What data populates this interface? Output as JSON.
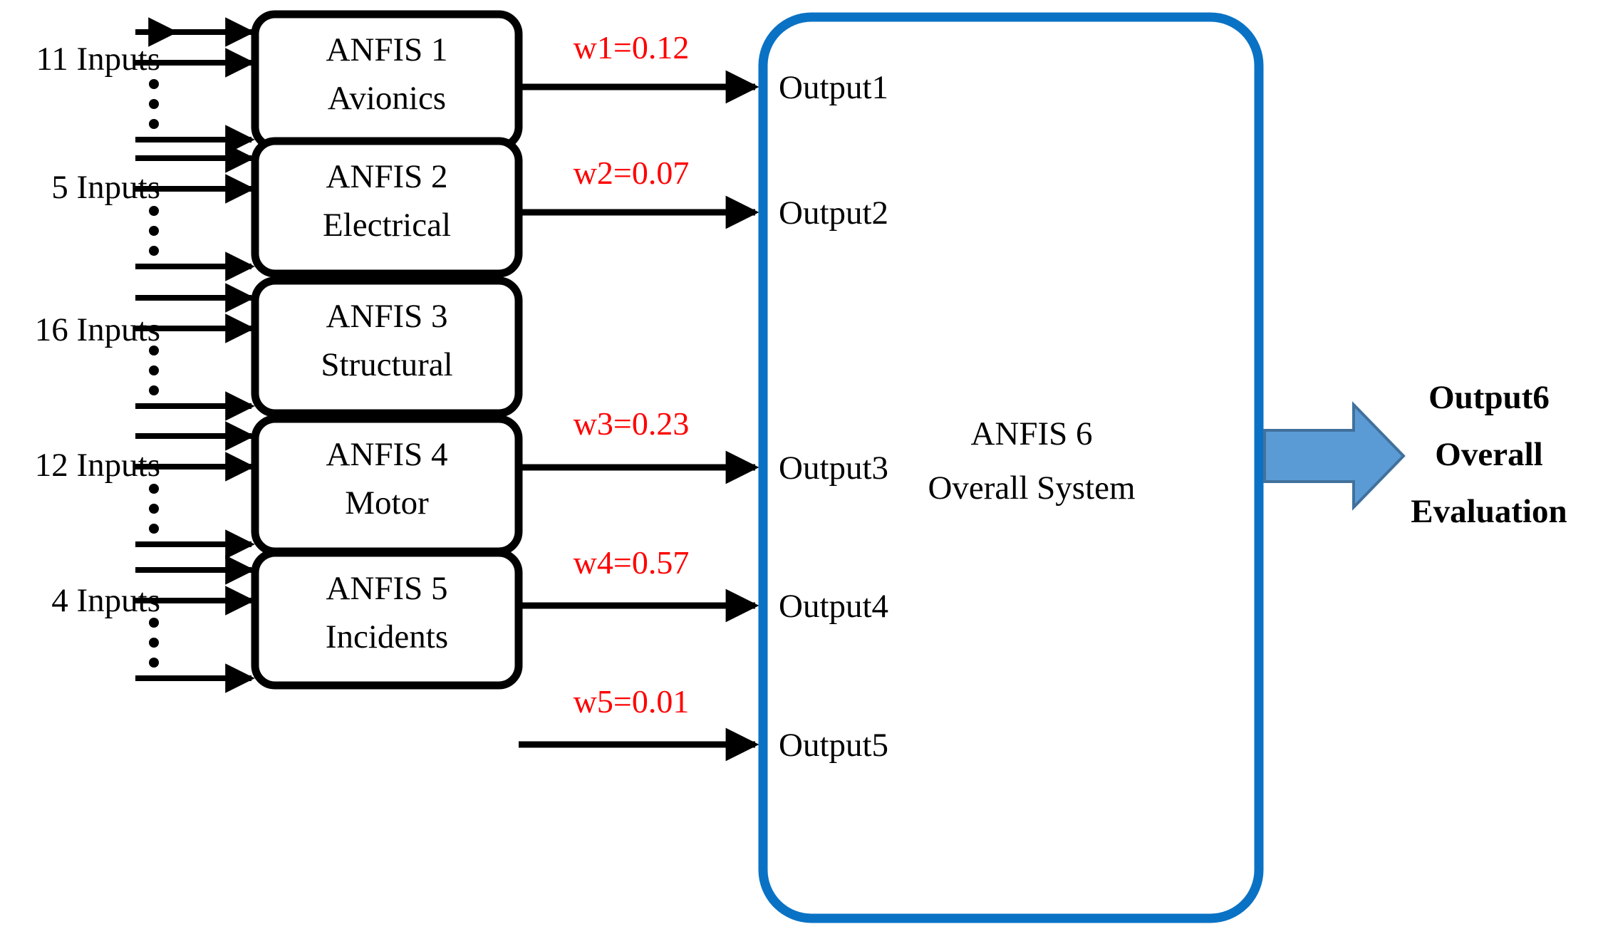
{
  "diagram": {
    "title": "ANFIS hierarchical evaluation system",
    "colors": {
      "blue_container": "#0a72c4",
      "block_arrow_fill": "#5b9bd5",
      "block_arrow_stroke": "#41719c",
      "weight_text": "#ff0000",
      "box_stroke": "#000000",
      "background": "#ffffff"
    },
    "modules": [
      {
        "id": "anfis1",
        "inputs_label": "11 Inputs",
        "name": "ANFIS 1",
        "subsystem": "Avionics",
        "weight_label": "w1=0.12",
        "weight_name": "w1",
        "weight_value": 0.12,
        "output_label": "Output1"
      },
      {
        "id": "anfis2",
        "inputs_label": "5 Inputs",
        "name": "ANFIS 2",
        "subsystem": "Electrical",
        "weight_label": "w2=0.07",
        "weight_name": "w2",
        "weight_value": 0.07,
        "output_label": "Output2"
      },
      {
        "id": "anfis3",
        "inputs_label": "16 Inputs",
        "name": "ANFIS 3",
        "subsystem": "Structural",
        "weight_label": "w3=0.23",
        "weight_name": "w3",
        "weight_value": 0.23,
        "output_label": "Output3"
      },
      {
        "id": "anfis4",
        "inputs_label": "12 Inputs",
        "name": "ANFIS 4",
        "subsystem": "Motor",
        "weight_label": "w4=0.57",
        "weight_name": "w4",
        "weight_value": 0.57,
        "output_label": "Output4"
      },
      {
        "id": "anfis5",
        "inputs_label": "4 Inputs",
        "name": "ANFIS 5",
        "subsystem": "Incidents",
        "weight_label": "w5=0.01",
        "weight_name": "w5",
        "weight_value": 0.01,
        "output_label": "Output5"
      }
    ],
    "aggregator": {
      "name": "ANFIS 6",
      "subtitle": "Overall System"
    },
    "final_output": {
      "line1": "Output6",
      "line2": "Overall",
      "line3": "Evaluation"
    }
  }
}
